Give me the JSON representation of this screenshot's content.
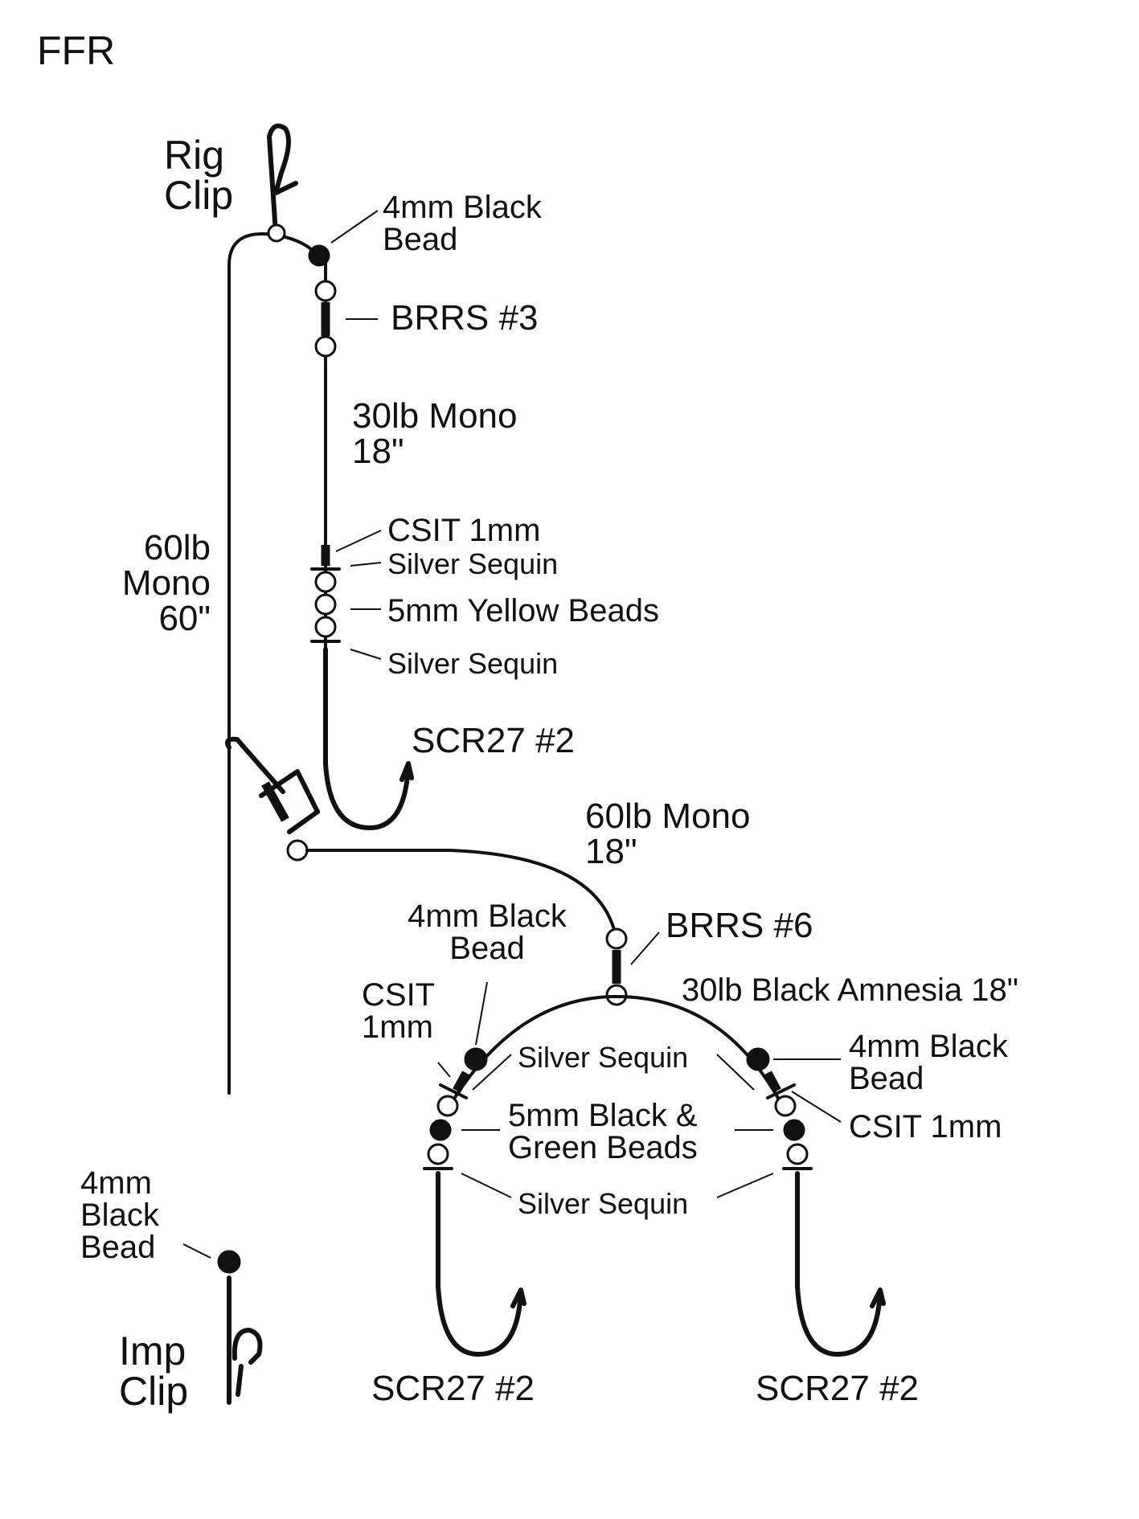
{
  "title": "FFR",
  "labels": {
    "rig_clip": "Rig\nClip",
    "top_bead": "4mm Black\nBead",
    "brrs3": "BRRS #3",
    "mono30": "30lb Mono\n18\"",
    "csit_top": "CSIT 1mm",
    "sequin_top1": "Silver Sequin",
    "yellow_beads": "5mm Yellow Beads",
    "sequin_top2": "Silver Sequin",
    "hook_top": "SCR27 #2",
    "mono60_main": "60lb\nMono\n60\"",
    "mono60_branch": "60lb Mono\n18\"",
    "brrs6": "BRRS #6",
    "bead_left": "4mm Black\nBead",
    "amnesia": "30lb Black Amnesia 18\"",
    "csit_left": "CSIT\n1mm",
    "sequin_mid": "Silver Sequin",
    "bead_right": "4mm Black\nBead",
    "csit_right": "CSIT 1mm",
    "black_green": "5mm Black &\nGreen Beads",
    "sequin_bottom": "Silver Sequin",
    "bead_bottom_left": "4mm\nBlack\nBead",
    "imp_clip": "Imp\nClip",
    "hook_left": "SCR27 #2",
    "hook_right": "SCR27 #2"
  }
}
